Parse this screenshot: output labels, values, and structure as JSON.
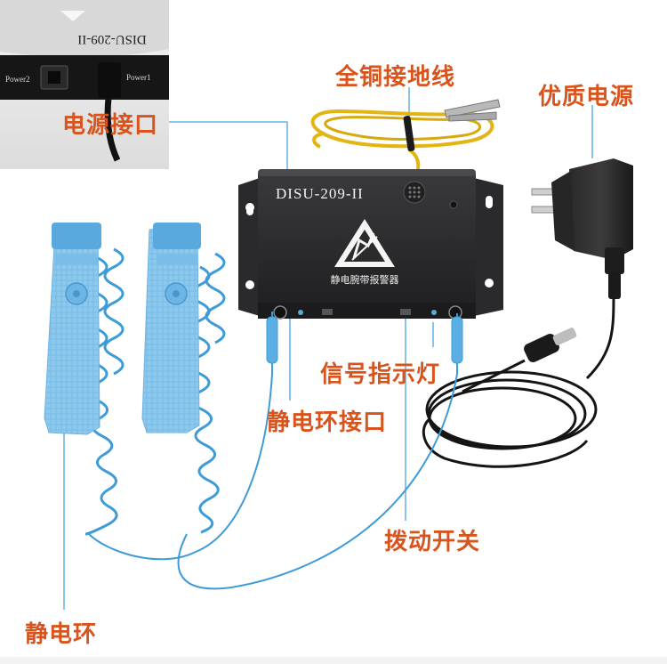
{
  "inset": {
    "model_mirrored": "DISU-209-II",
    "port_label_2": "Power2",
    "port_label_1": "Power1"
  },
  "device": {
    "model": "DISU-209-II",
    "name_cn": "静电腕带报警器"
  },
  "callouts": {
    "power_port": "电源接口",
    "ground_wire": "全铜接地线",
    "power_supply": "优质电源",
    "signal_lights": "信号指示灯",
    "wrist_port": "静电环接口",
    "toggle_switch": "拨动开关",
    "wrist_strap": "静电环"
  },
  "colors": {
    "callout_text": "#d8541c",
    "leader_line": "#4aa3df",
    "device_body": "#2b2b2d",
    "wrist_strap": "#7fc0ea",
    "coil_cord": "#3d9bd8",
    "ground_wire": "#e2b514",
    "power_cable": "#151515"
  }
}
